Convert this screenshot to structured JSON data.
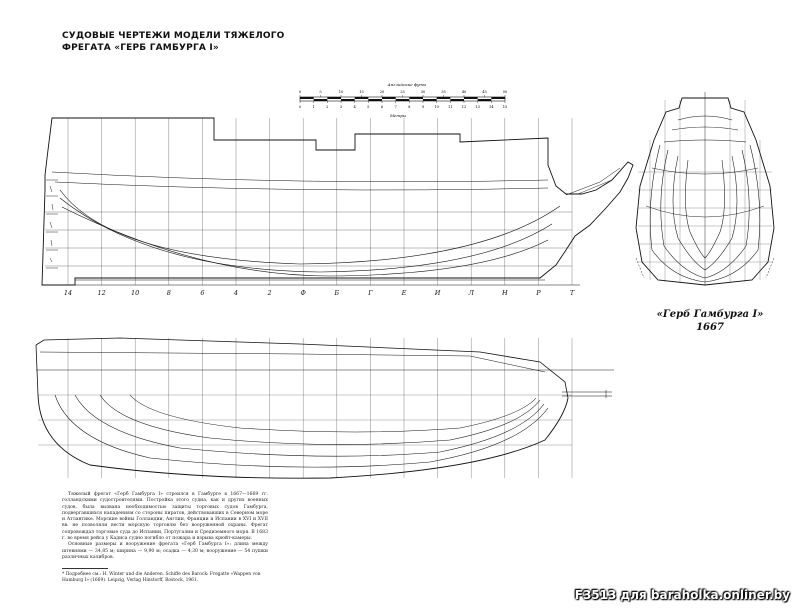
{
  "header": {
    "title_line1": "СУДОВЫЕ ЧЕРТЕЖИ МОДЕЛИ ТЯЖЕЛОГО",
    "title_line2": "ФРЕГАТА «ГЕРБ ГАМБУРГА I»"
  },
  "scale": {
    "top_label": "Английские футы",
    "bottom_label": "Метры",
    "feet_ticks": [
      "0",
      "5",
      "10",
      "15",
      "20",
      "25",
      "30",
      "35",
      "40",
      "45",
      "50"
    ],
    "meter_ticks": [
      "0",
      "1",
      "2",
      "3",
      "4",
      "5",
      "6",
      "7",
      "8",
      "9",
      "10",
      "11",
      "12",
      "13",
      "14",
      "15"
    ]
  },
  "frame_labels": [
    "14",
    "12",
    "10",
    "8",
    "6",
    "4",
    "2",
    "Ф",
    "Б",
    "Г",
    "Е",
    "И",
    "Л",
    "Н",
    "Р",
    "Т"
  ],
  "caption": {
    "name": "«Герб Гамбурга I»",
    "year": "1667"
  },
  "description": {
    "paragraph1": "Тяжелый фрегат «Герб Гамбурга I» строился в Гамбурге в 1667—1669 гг. голландскими судостроителями. Постройка этого судна, как и других военных судов, была вызвана необходимостью защиты торговых судов Гамбурга, подвергавшихся нападениям со стороны пиратов, действовавших в Северном море и Атлантике. Морские войны Голландии, Англии, Франции и Испании в XVI и XVII вв. не позволяли вести морскую торговлю без вооруженной охраны. Фрегат сопровождал торговые суда до Испании, Португалии и Средиземного моря. В 1683 г. во время рейса у Кадиса судно погибло от пожара и взрыва крюйт-камеры.",
    "paragraph2": "Основные размеры и вооружение фрегата «Герб Гамбурга I»: длина между штевнями — 34,85 м; ширина — 9,90 м; осадка — 4,30 м; вооружение — 54 пушки различных калибров."
  },
  "footnote": "* Подробнее см.: H. Winter und die Anderen. Schiffe des Barock: Fregatte «Wappen von Hamburg I» (1669). Leipzig, Verlag Hinstorff, Rostock, 1961.",
  "watermark": "F3513 для baraholka.onliner.by"
}
